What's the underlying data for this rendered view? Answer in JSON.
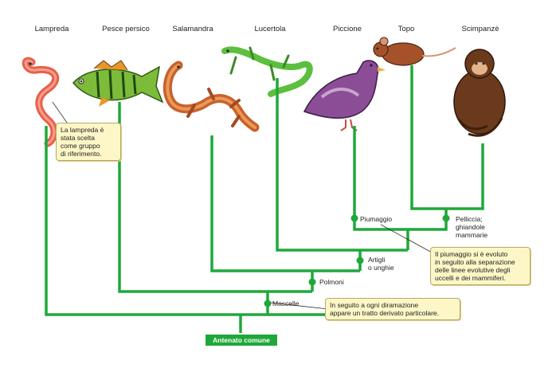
{
  "taxa": [
    {
      "name": "Lampreda"
    },
    {
      "name": "Pesce persico"
    },
    {
      "name": "Salamandra"
    },
    {
      "name": "Lucertola"
    },
    {
      "name": "Piccione"
    },
    {
      "name": "Topo"
    },
    {
      "name": "Scimpanzè"
    }
  ],
  "traits": {
    "mascelle": "Mascelle",
    "polmoni": "Polmoni",
    "artigli": "Artigli\no unghie",
    "piumaggio": "Piumaggio",
    "pelliccia": "Pelliccia;\nghiandole\nmammarie"
  },
  "notes": {
    "lampreda": "La lampreda è\nstata scelta\ncome gruppo\ndi riferimento.",
    "piumaggio": "Il piumaggio si è evoluto\nin seguito alla separazione\ndelle linee evolutive degli\nuccelli e dei mammiferi.",
    "diramazione": "In seguito a ogni diramazione\nappare un tratto derivato particolare."
  },
  "root": {
    "label": "Antenato comune"
  },
  "colors": {
    "tree": "#1fa83a",
    "note_bg": "#fdf7c7",
    "lamprey": "#e8604a",
    "perch": "#7dbb3a",
    "salamander": "#c9612d",
    "lizard": "#5cbf3d",
    "pigeon": "#8a4d96",
    "mouse": "#a5522a",
    "chimp": "#6b3a1c"
  }
}
